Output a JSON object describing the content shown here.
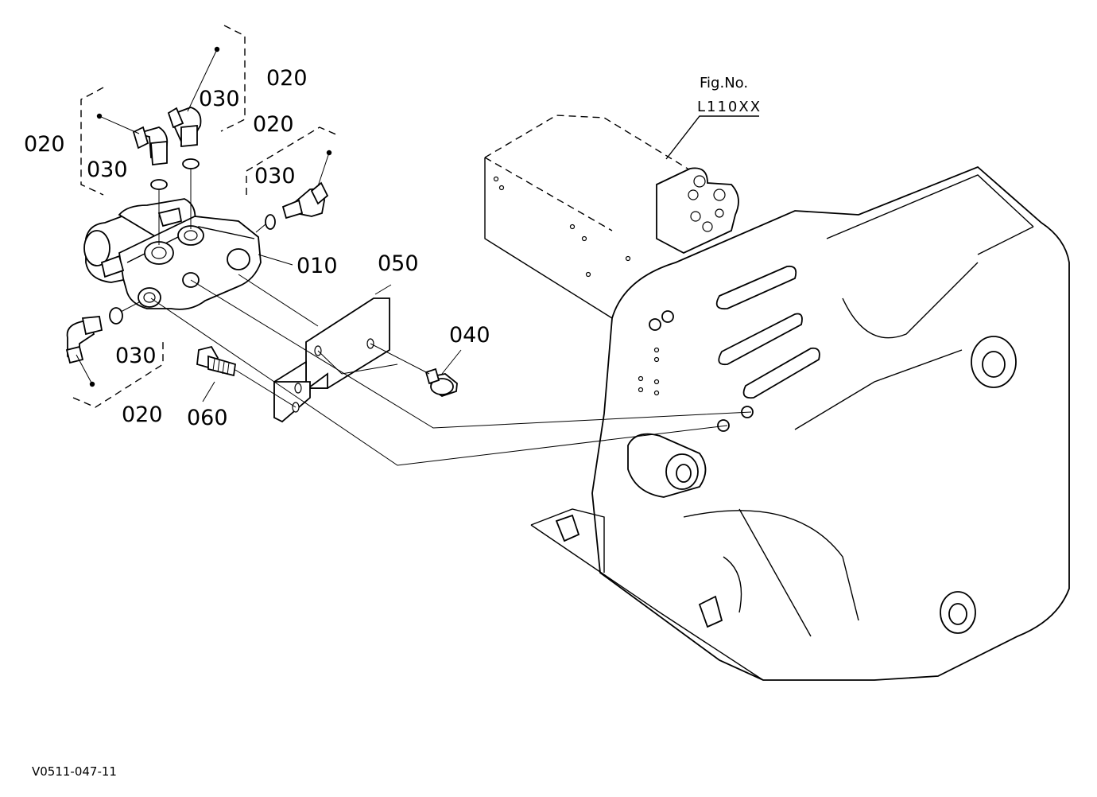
{
  "figure": {
    "fig_no_label": "Fig.No.",
    "fig_no_value": "L110XX",
    "drawing_code": "V0511-047-11"
  },
  "callouts": {
    "c010": "010",
    "c020_top": "020",
    "c020_left": "020",
    "c020_right": "020",
    "c020_bottom": "020",
    "c030_top": "030",
    "c030_left": "030",
    "c030_right": "030",
    "c030_bottom": "030",
    "c040": "040",
    "c050": "050",
    "c060": "060"
  }
}
